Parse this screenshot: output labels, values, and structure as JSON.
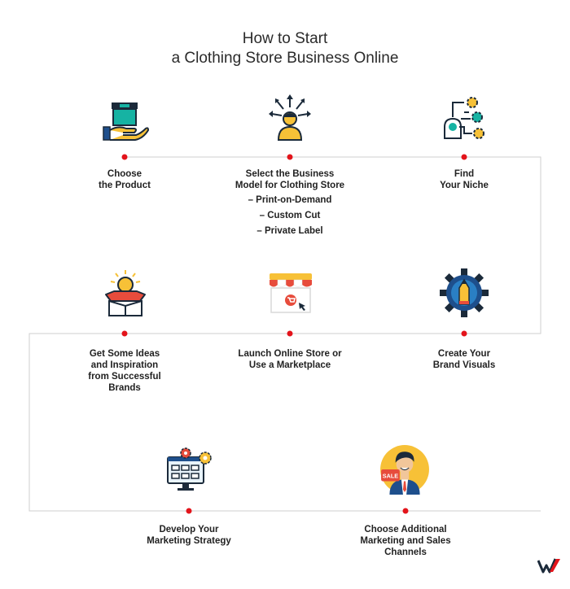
{
  "title": {
    "line1": "How to Start",
    "line2": "a Clothing Store Business Online"
  },
  "colors": {
    "line": "#c9c9c9",
    "dot": "#e3141b",
    "dark": "#1b2a3a",
    "teal": "#16b3a3",
    "yellow": "#f7c137",
    "red": "#e74c3c",
    "navy": "#1e4f8c"
  },
  "steps": [
    {
      "id": "choose-product",
      "icon": "hand-box-icon",
      "lines": [
        "Choose",
        "the Product"
      ]
    },
    {
      "id": "business-model",
      "icon": "person-ideas-icon",
      "lines": [
        "Select the Business",
        "Model for Clothing Store"
      ],
      "subitems": [
        "– Print-on-Demand",
        "– Custom Cut",
        "– Private Label"
      ]
    },
    {
      "id": "find-niche",
      "icon": "niche-flow-icon",
      "lines": [
        "Find",
        "Your Niche"
      ]
    },
    {
      "id": "ideas",
      "icon": "idea-box-icon",
      "lines": [
        "Get Some Ideas",
        "and Inspiration",
        "from Successful",
        "Brands"
      ]
    },
    {
      "id": "launch-store",
      "icon": "storefront-icon",
      "lines": [
        "Launch Online Store or",
        "Use a Marketplace"
      ]
    },
    {
      "id": "brand-visuals",
      "icon": "gear-pencil-icon",
      "lines": [
        "Create Your",
        "Brand Visuals"
      ]
    },
    {
      "id": "marketing-strategy",
      "icon": "monitor-gears-icon",
      "lines": [
        "Develop Your",
        "Marketing Strategy"
      ]
    },
    {
      "id": "sales-channels",
      "icon": "salesman-icon",
      "lines": [
        "Choose Additional",
        "Marketing and Sales",
        "Channels"
      ]
    }
  ],
  "logo": {
    "icon": "brand-w-logo-icon"
  }
}
